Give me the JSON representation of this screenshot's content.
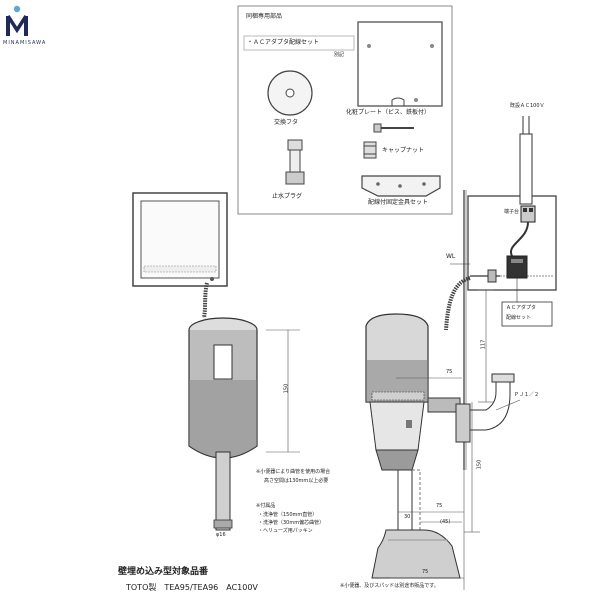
{
  "logo": {
    "wordmark": "MINAMISAWA",
    "brand_color": "#1d2a5b"
  },
  "parts_box": {
    "title": "同梱専用部品",
    "ac_adapter_item": "・ＡＣアダプタ配線セット",
    "separate_note": "別記",
    "exchange_cap": "交換フタ",
    "decor_plate": "化粧プレート（ビス、鉄板付）",
    "cap_nut": "キャップナット",
    "stop_plug": "止水プラグ",
    "wiring_bracket": "配線付固定金具セット"
  },
  "labels": {
    "existing_ac": "既設ＡＣ100Ｖ",
    "terminal": "端子台",
    "wl": "WL",
    "ac_adapter_set_1": "ＡＣアダプタ",
    "ac_adapter_set_2": "配線セット",
    "pj": "ＰＪ１／２",
    "phi": "φ16",
    "bend_note_1": "※小便器により曲管を使用の場合",
    "bend_note_2": "高さ空間は130mm以上必要",
    "accessories_title": "※付属品",
    "accessory_1": "・洗浄管（150mm直管）",
    "accessory_2": "・洗浄管（30mm偏芯曲管）",
    "accessory_3": "・ヘリューズ用パッキン",
    "bottom_note": "※小便器、及びスパッドは別途市販品です。"
  },
  "dimensions": {
    "d150_left": "150",
    "d75_top": "75",
    "d117": "117",
    "d150_right": "150",
    "d75_mid": "75",
    "d30": "30",
    "d45": "(45)",
    "d75_bottom": "75"
  },
  "caption": {
    "line1": "壁埋め込み型対象品番",
    "line2": "TOTO製　TEA95/TEA96　AC100V"
  }
}
